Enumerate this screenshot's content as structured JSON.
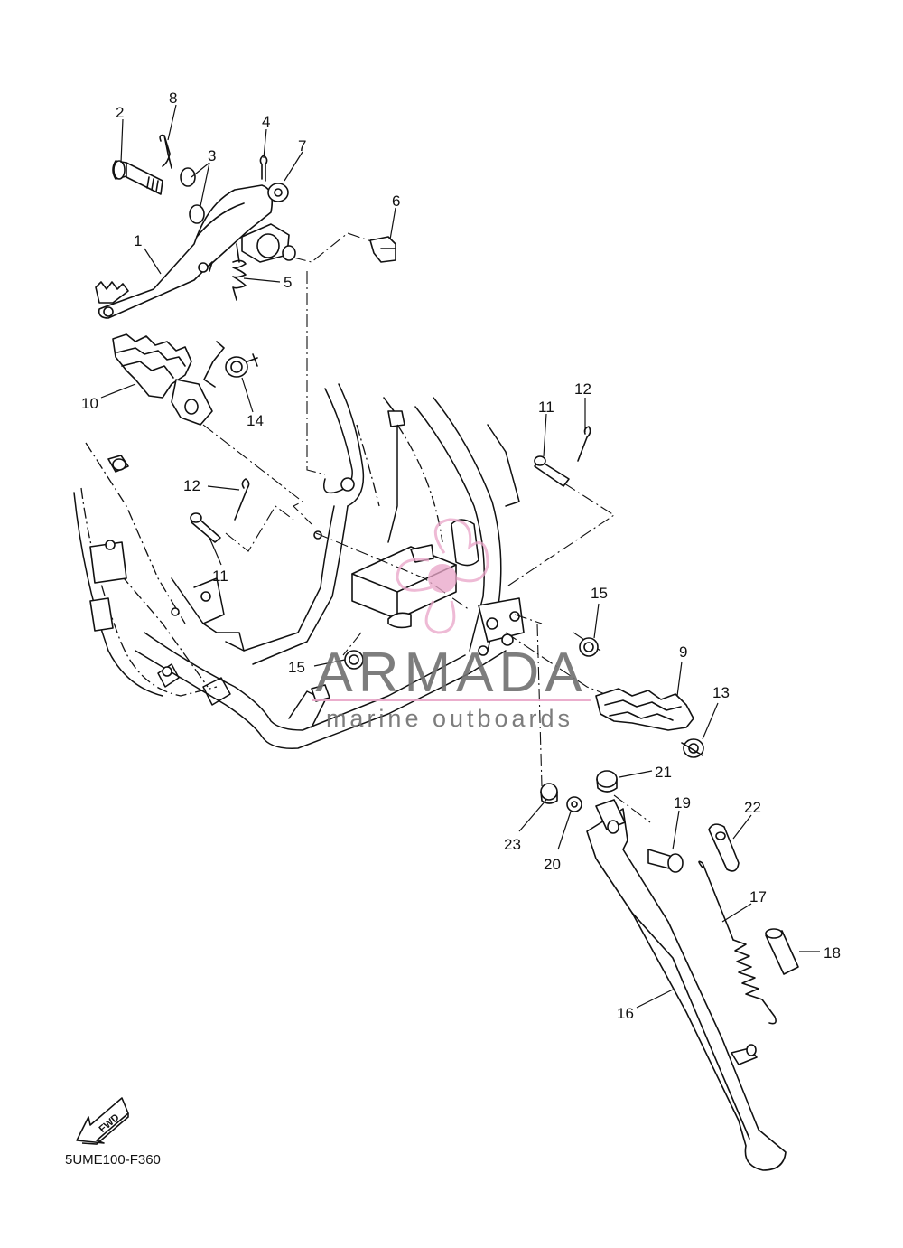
{
  "diagram": {
    "code": "5UME100-F360",
    "fwd_label": "FWD",
    "part_numbers": [
      "1",
      "2",
      "3",
      "4",
      "5",
      "6",
      "7",
      "8",
      "9",
      "10",
      "11",
      "12",
      "13",
      "14",
      "15",
      "16",
      "17",
      "18",
      "19",
      "20",
      "21",
      "22",
      "23"
    ],
    "callouts": {
      "p1": "1",
      "p2": "2",
      "p3": "3",
      "p4": "4",
      "p5": "5",
      "p6": "6",
      "p7": "7",
      "p8": "8",
      "p9": "9",
      "p10": "10",
      "p11a": "11",
      "p11b": "11",
      "p12a": "12",
      "p12b": "12",
      "p13": "13",
      "p14": "14",
      "p15a": "15",
      "p15b": "15",
      "p16": "16",
      "p17": "17",
      "p18": "18",
      "p19": "19",
      "p20": "20",
      "p21": "21",
      "p22": "22",
      "p23": "23"
    }
  },
  "watermark": {
    "brand": "ARMADA",
    "tagline": "marine outboards",
    "accent_color": "#e9a6c8",
    "text_color": "#707070"
  }
}
